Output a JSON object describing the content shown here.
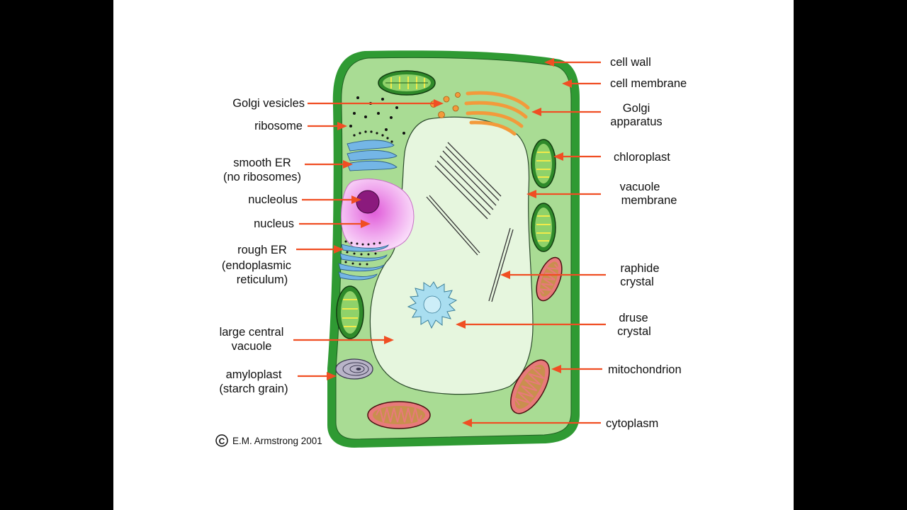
{
  "diagram": {
    "labels": {
      "cell_wall": "cell wall",
      "cell_membrane": "cell membrane",
      "golgi_vesicles": "Golgi vesicles",
      "ribosome": "ribosome",
      "golgi_apparatus_1": "Golgi",
      "golgi_apparatus_2": "apparatus",
      "smooth_er_1": "smooth ER",
      "smooth_er_2": "(no ribosomes)",
      "chloroplast": "chloroplast",
      "vacuole_membrane_1": "vacuole",
      "vacuole_membrane_2": "membrane",
      "nucleolus": "nucleolus",
      "nucleus": "nucleus",
      "rough_er_1": "rough ER",
      "rough_er_2": "(endoplasmic",
      "rough_er_3": "reticulum)",
      "raphide_crystal_1": "raphide",
      "raphide_crystal_2": "crystal",
      "druse_crystal_1": "druse",
      "druse_crystal_2": "crystal",
      "large_central_vacuole_1": "large central",
      "large_central_vacuole_2": "vacuole",
      "mitochondrion": "mitochondrion",
      "amyloplast_1": "amyloplast",
      "amyloplast_2": "(starch grain)",
      "cytoplasm": "cytoplasm"
    },
    "credit": "E.M. Armstrong 2001",
    "colors": {
      "arrow": "#f04e23",
      "cell_wall": "#2f9a33",
      "cytoplasm": "#a9dc94",
      "vacuole": "#e6f6de",
      "golgi": "#f39a3b",
      "nucleolus": "#8b1a7d",
      "er": "#74b6e6",
      "mitochondrion": "#e87a7a"
    }
  }
}
